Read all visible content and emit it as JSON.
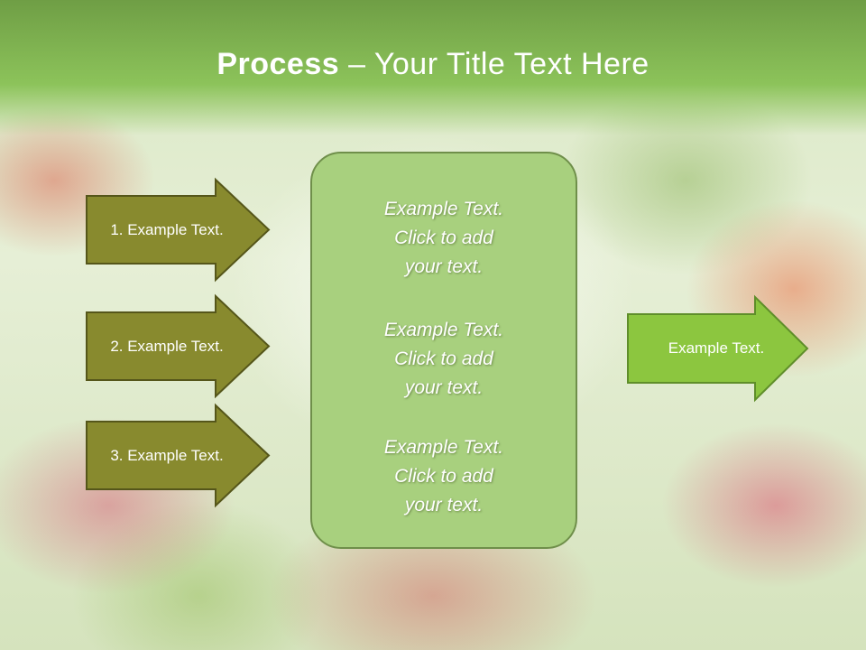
{
  "slide": {
    "title_bold": "Process",
    "title_rest": " – Your Title Text Here"
  },
  "left_arrows": [
    {
      "label": "1. Example Text."
    },
    {
      "label": "2. Example Text."
    },
    {
      "label": "3. Example Text."
    }
  ],
  "center_box": {
    "blocks": [
      {
        "line1": "Example Text.",
        "line2": "Click  to add",
        "line3": "your text."
      },
      {
        "line1": "Example Text.",
        "line2": "Click  to add",
        "line3": "your text."
      },
      {
        "line1": "Example Text.",
        "line2": "Click  to add",
        "line3": "your text."
      }
    ]
  },
  "right_arrow": {
    "label": "Example Text."
  },
  "colors": {
    "header_green": "#8cc35a",
    "left_arrow_fill": "#888a2e",
    "center_box_fill": "#a8d07e",
    "right_arrow_fill": "#8cc63f"
  }
}
